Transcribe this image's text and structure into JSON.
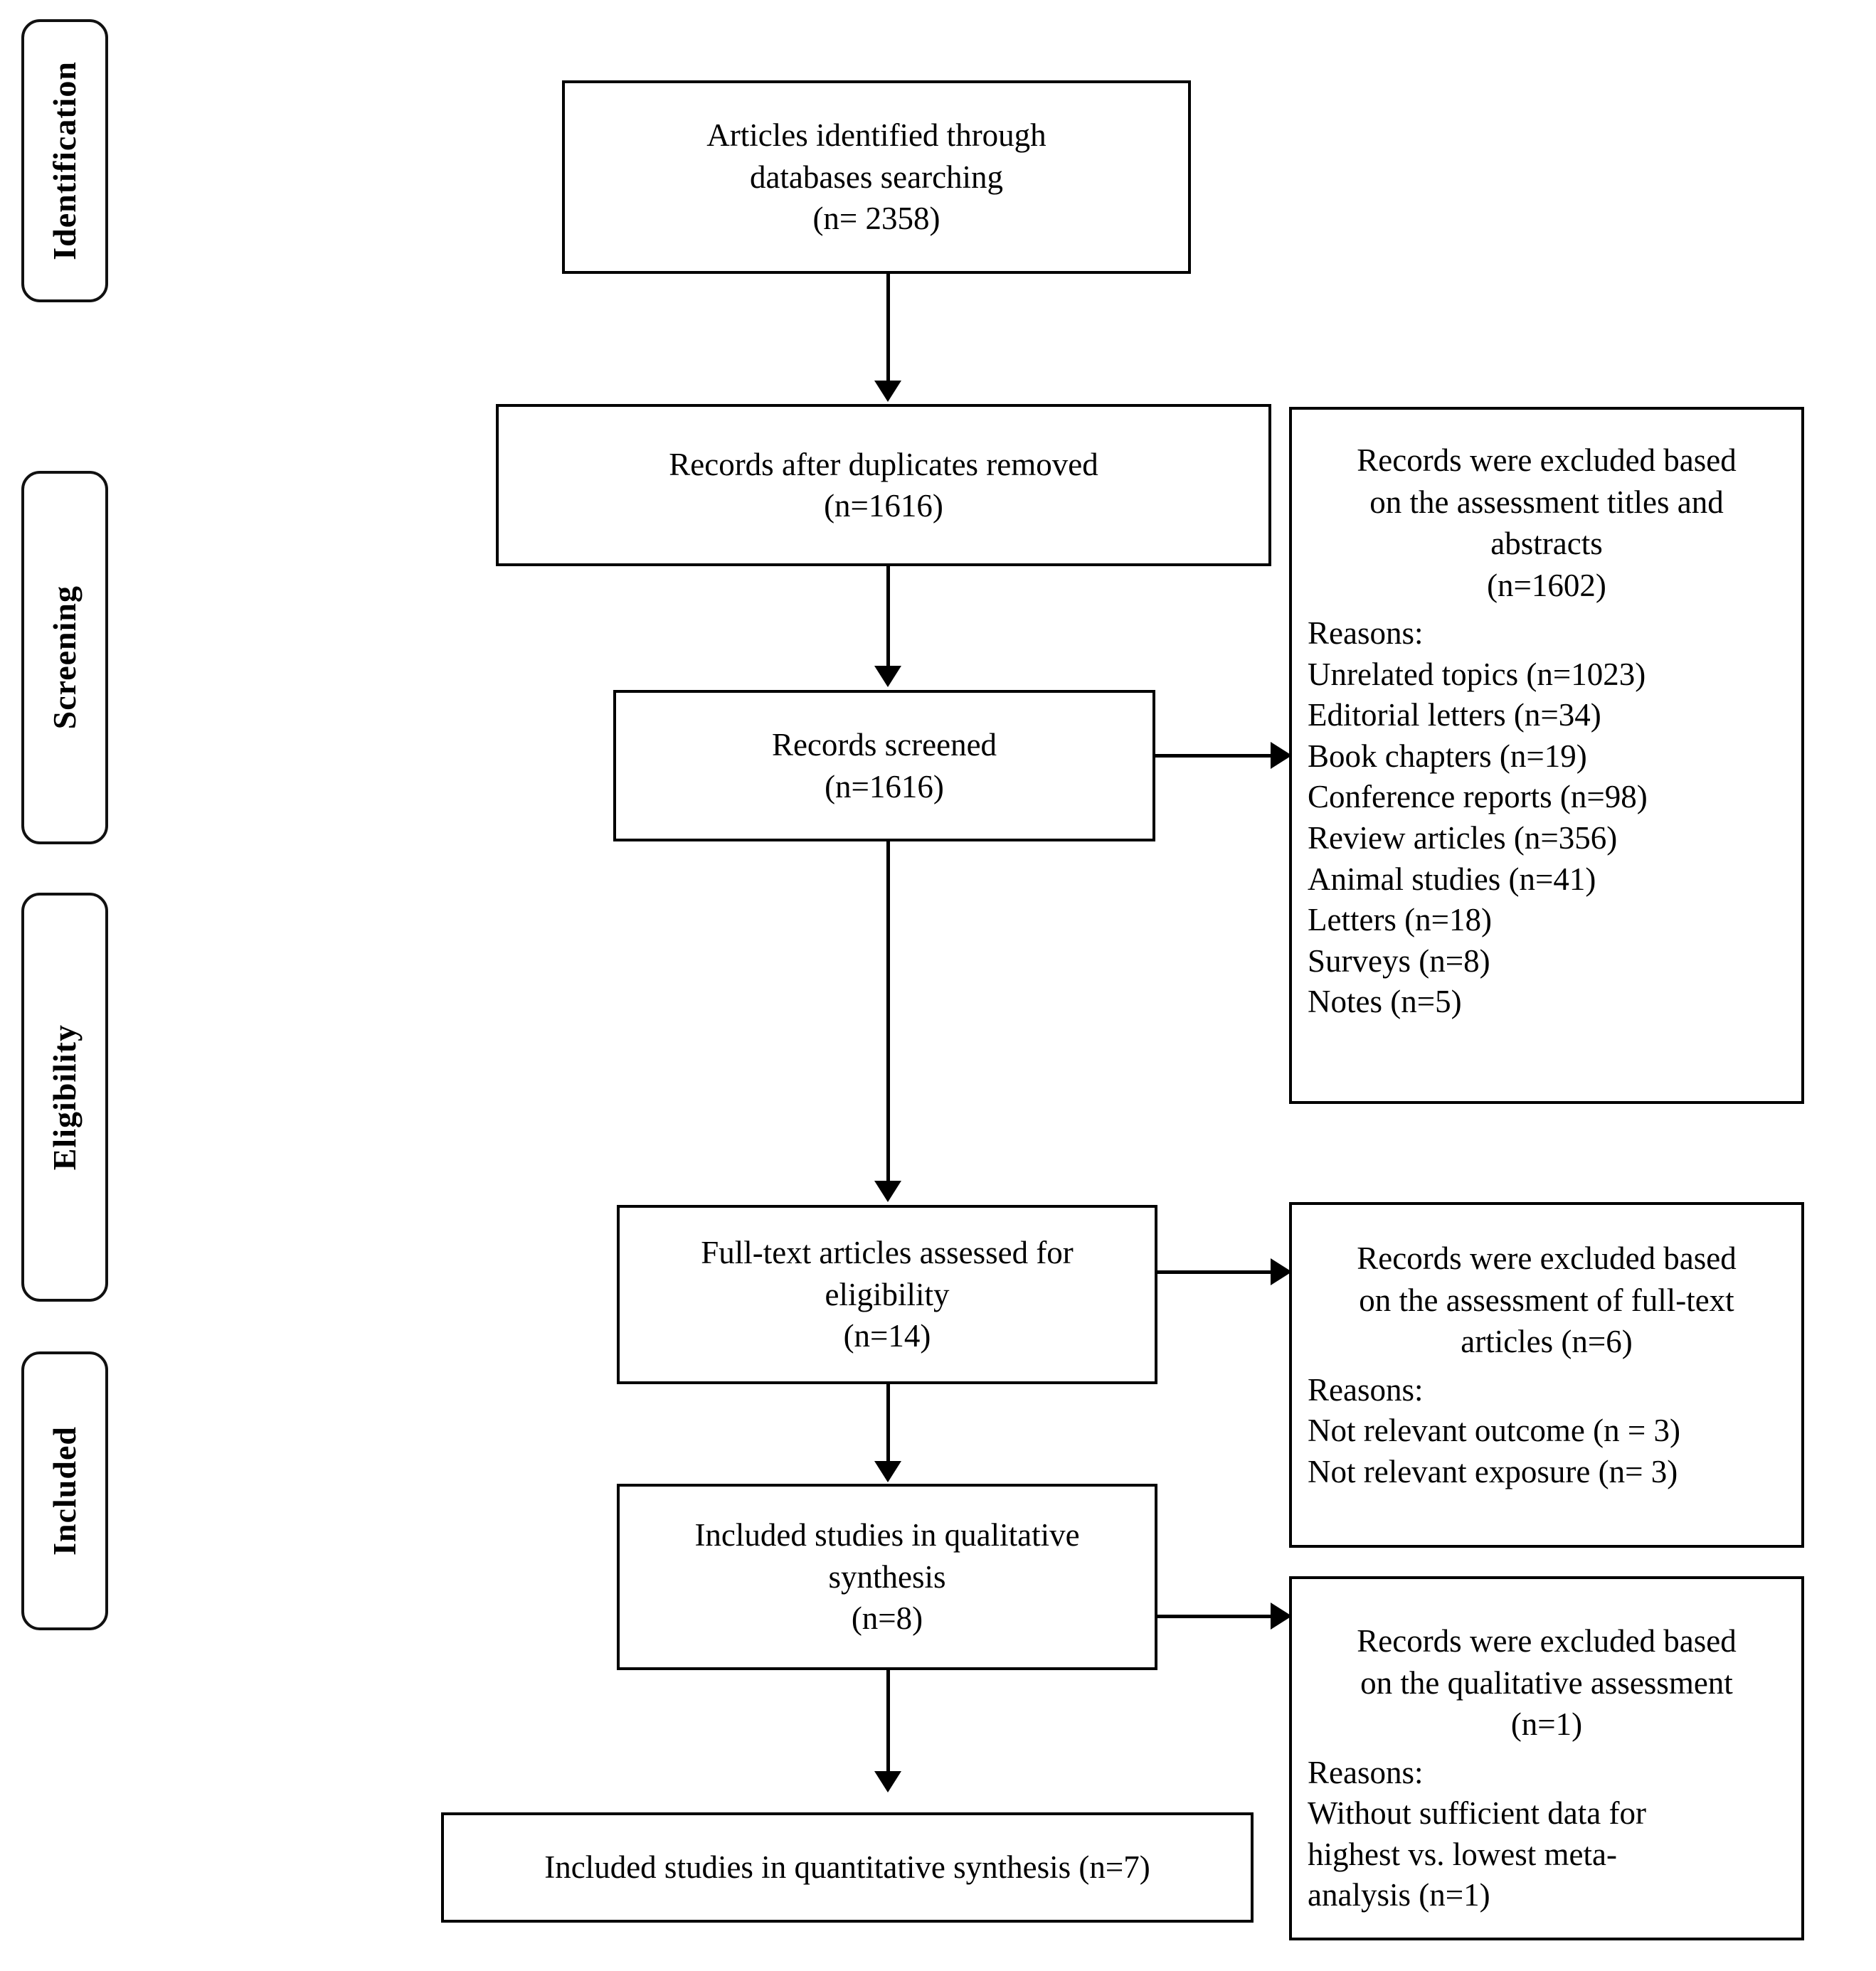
{
  "diagram": {
    "title": "PRISMA flow diagram",
    "type": "flowchart"
  },
  "stages": [
    {
      "id": "identification",
      "label": "Identification"
    },
    {
      "id": "screening",
      "label": "Screening"
    },
    {
      "id": "eligibility",
      "label": "Eligibility"
    },
    {
      "id": "included",
      "label": "Included"
    }
  ],
  "boxes": {
    "identified": {
      "lines": [
        "Articles identified through",
        "databases searching",
        "(n= 2358)"
      ]
    },
    "duplicates_removed": {
      "lines": [
        "Records after duplicates removed",
        "(n=1616)"
      ]
    },
    "records_screened": {
      "lines": [
        "Records screened",
        "(n=1616)"
      ]
    },
    "excluded_titles_abstracts": {
      "lines": [
        "Records were excluded based",
        "on the assessment titles and",
        "abstracts",
        "(n=1602)"
      ],
      "reasons_label": "Reasons:",
      "reasons": [
        "Unrelated topics (n=1023)",
        "Editorial letters (n=34)",
        "Book chapters (n=19)",
        "Conference reports (n=98)",
        "Review articles (n=356)",
        "Animal studies (n=41)",
        "Letters (n=18)",
        "Surveys (n=8)",
        "Notes (n=5)"
      ]
    },
    "fulltext_assessed": {
      "lines": [
        "Full-text articles assessed for",
        "eligibility",
        "(n=14)"
      ]
    },
    "excluded_fulltext": {
      "lines": [
        "Records were excluded based",
        "on the assessment of full-text",
        "articles (n=6)"
      ],
      "reasons_label": "Reasons:",
      "reasons": [
        "Not relevant outcome (n = 3)",
        "Not relevant exposure (n= 3)"
      ]
    },
    "qualitative_synthesis": {
      "lines": [
        "Included studies in qualitative",
        "synthesis",
        "(n=8)"
      ]
    },
    "excluded_qualitative": {
      "lines": [
        "Records were excluded based",
        "on the qualitative assessment",
        "(n=1)"
      ],
      "reasons_label": "Reasons:",
      "reasons": [
        "Without sufficient data for",
        "highest vs. lowest meta-",
        "analysis (n=1)"
      ]
    },
    "quantitative_synthesis": {
      "lines": [
        "Included studies in quantitative synthesis (n=7)"
      ]
    }
  },
  "colors": {
    "stroke": "#000000",
    "background": "#ffffff",
    "text": "#000000"
  }
}
